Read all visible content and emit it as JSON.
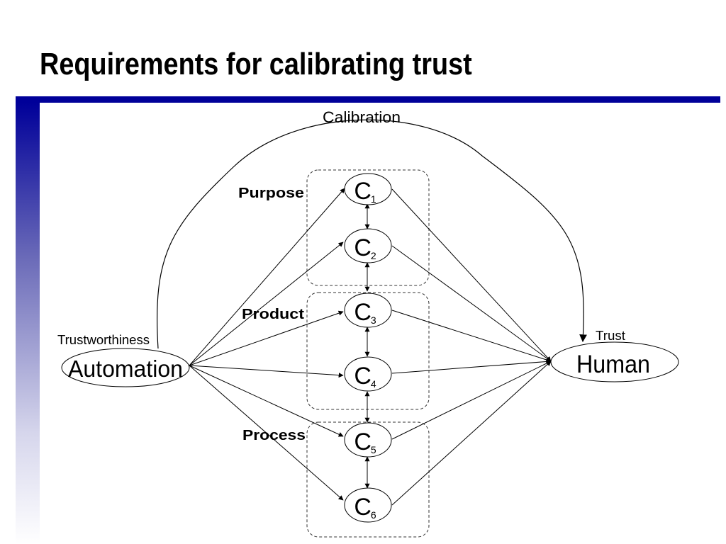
{
  "slide": {
    "title": "Requirements for calibrating trust",
    "title_bar_color": "#000099"
  },
  "diagram": {
    "automation": {
      "label": "Automation",
      "annotation": "Trustworthiness"
    },
    "human": {
      "label": "Human",
      "annotation": "Trust"
    },
    "calibration_label": "Calibration",
    "groups": [
      {
        "label": "Purpose"
      },
      {
        "label": "Product"
      },
      {
        "label": "Process"
      }
    ],
    "channels": [
      {
        "letter": "C",
        "sub": "1"
      },
      {
        "letter": "C",
        "sub": "2"
      },
      {
        "letter": "C",
        "sub": "3"
      },
      {
        "letter": "C",
        "sub": "4"
      },
      {
        "letter": "C",
        "sub": "5"
      },
      {
        "letter": "C",
        "sub": "6"
      }
    ]
  }
}
